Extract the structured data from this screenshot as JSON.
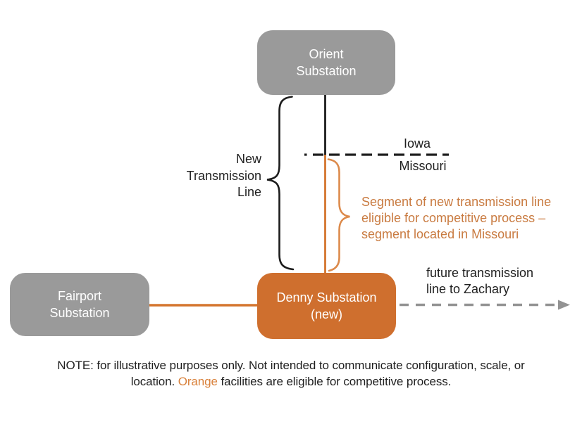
{
  "colors": {
    "background": "#ffffff",
    "box_gray": "#9a9a9a",
    "box_orange": "#cf6f2e",
    "line_orange": "#d4752e",
    "brace_orange": "#dc8a4b",
    "segment_orange": "#c97b41",
    "note_orange": "#d9813b",
    "line_black": "#1c1c1c",
    "text_black": "#1f1f1f",
    "arrow_gray": "#939393"
  },
  "nodes": {
    "orient": {
      "line1": "Orient",
      "line2": "Substation"
    },
    "denny": {
      "line1": "Denny Substation",
      "line2": "(new)"
    },
    "fairport": {
      "line1": "Fairport",
      "line2": "Substation"
    }
  },
  "border": {
    "state_top": "Iowa",
    "state_bottom": "Missouri"
  },
  "brace_label": {
    "line1": "New",
    "line2": "Transmission",
    "line3": "Line"
  },
  "segment_label": {
    "line1": "Segment of new transmission line",
    "line2": "eligible for competitive process –",
    "line3": "segment located in Missouri"
  },
  "future_label": {
    "line1": "future transmission",
    "line2": "line to Zachary"
  },
  "note": {
    "line1": "NOTE: for illustrative purposes only. Not intended to communicate configuration, scale, or",
    "line2_pre": "location. ",
    "line2_orange": "Orange",
    "line2_post": " facilities are eligible for competitive process."
  }
}
